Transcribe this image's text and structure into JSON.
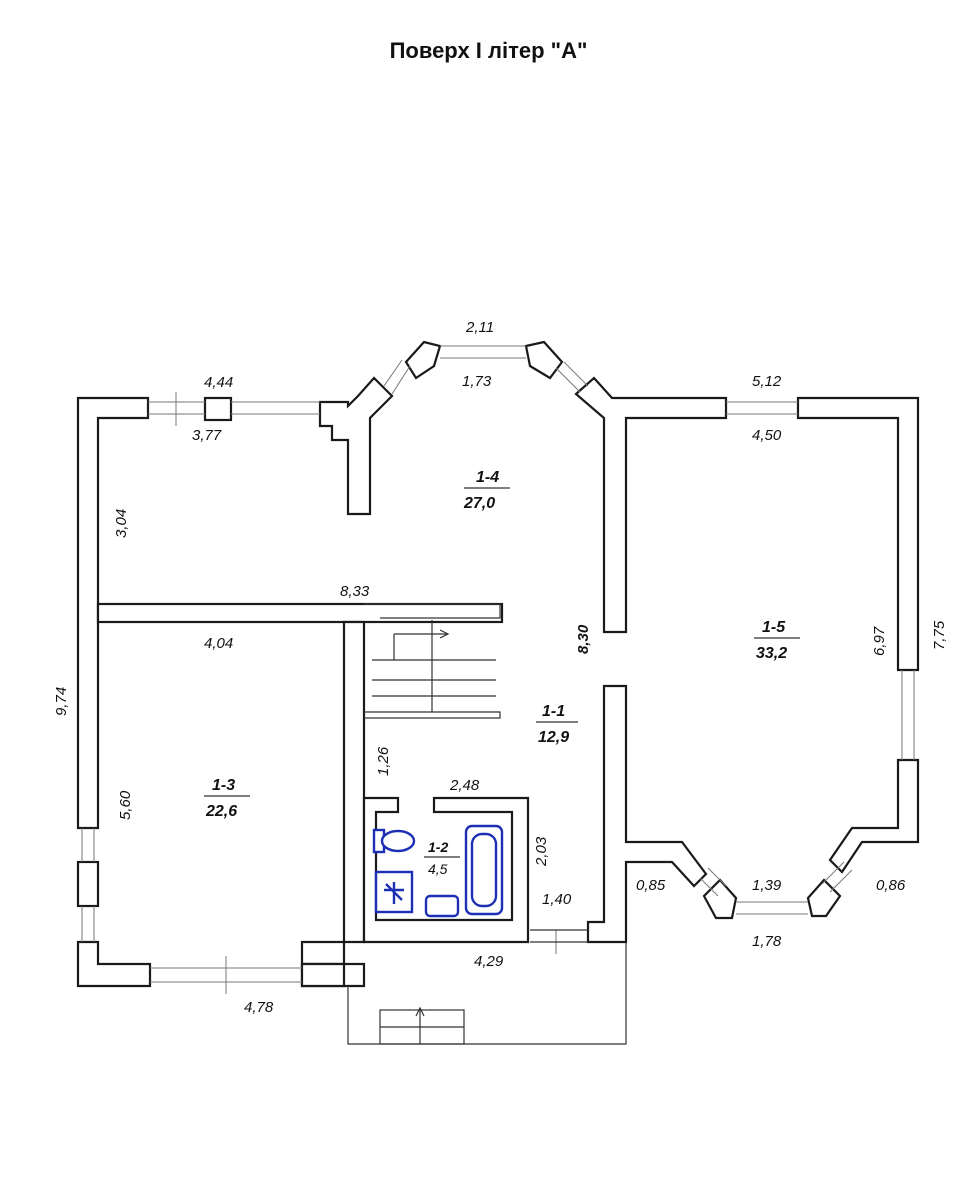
{
  "title": "Поверх I літер \"А\"",
  "rooms": [
    {
      "id": "1-1",
      "area": "12,9"
    },
    {
      "id": "1-2",
      "area": "4,5"
    },
    {
      "id": "1-3",
      "area": "22,6"
    },
    {
      "id": "1-4",
      "area": "27,0"
    },
    {
      "id": "1-5",
      "area": "33,2"
    }
  ],
  "dimensions": {
    "d_2_11": "2,11",
    "d_1_73": "1,73",
    "d_4_44": "4,44",
    "d_3_77": "3,77",
    "d_5_12": "5,12",
    "d_4_50": "4,50",
    "d_3_04": "3,04",
    "d_8_33": "8,33",
    "d_4_04": "4,04",
    "d_8_30": "8,30",
    "d_6_97": "6,97",
    "d_7_75": "7,75",
    "d_9_74": "9,74",
    "d_1_26": "1,26",
    "d_5_60": "5,60",
    "d_2_48": "2,48",
    "d_2_03": "2,03",
    "d_1_40": "1,40",
    "d_0_85": "0,85",
    "d_1_39": "1,39",
    "d_0_86": "0,86",
    "d_1_78": "1,78",
    "d_4_29": "4,29",
    "d_4_78": "4,78"
  },
  "colors": {
    "wall": "#1a1a1a",
    "fixture": "#1d2fb5"
  }
}
